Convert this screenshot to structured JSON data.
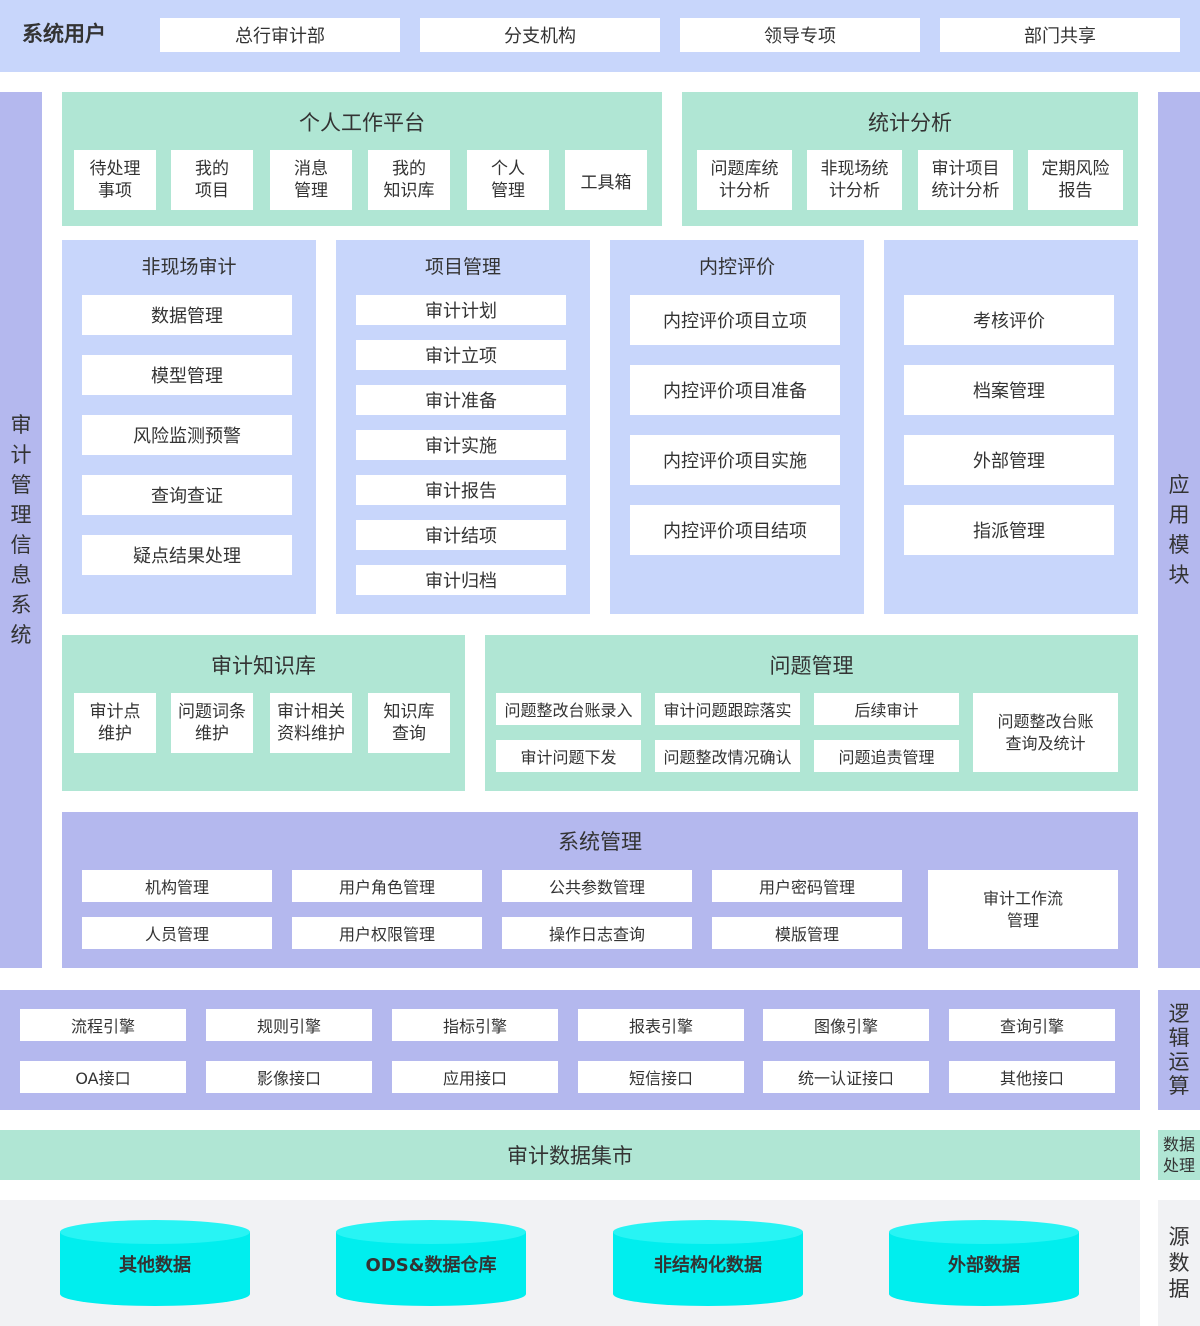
{
  "colors": {
    "blue_light": "#c8d6fb",
    "green_light": "#b0e6d4",
    "purple_light": "#b4b8ee",
    "gray_light": "#f1f2f4",
    "cyan": "#00eeee",
    "white": "#ffffff"
  },
  "top": {
    "title": "系统用户",
    "users": [
      "总行审计部",
      "分支机构",
      "领导专项",
      "部门共享"
    ]
  },
  "left_side_label": [
    "审",
    "计",
    "管",
    "理",
    "信",
    "息",
    "系",
    "统"
  ],
  "right_labels": {
    "app": [
      "应",
      "用",
      "模",
      "块"
    ],
    "logic": [
      "逻",
      "辑",
      "运",
      "算"
    ],
    "data_proc": [
      "数据",
      "处理"
    ],
    "source": [
      "源",
      "数",
      "据"
    ]
  },
  "personal": {
    "title": "个人工作平台",
    "items": [
      [
        "待处理",
        "事项"
      ],
      [
        "我的",
        "项目"
      ],
      [
        "消息",
        "管理"
      ],
      [
        "我的",
        "知识库"
      ],
      [
        "个人",
        "管理"
      ],
      [
        "工具箱"
      ]
    ]
  },
  "stats": {
    "title": "统计分析",
    "items": [
      [
        "问题库统",
        "计分析"
      ],
      [
        "非现场统",
        "计分析"
      ],
      [
        "审计项目",
        "统计分析"
      ],
      [
        "定期风险",
        "报告"
      ]
    ]
  },
  "offsite": {
    "title": "非现场审计",
    "items": [
      "数据管理",
      "模型管理",
      "风险监测预警",
      "查询查证",
      "疑点结果处理"
    ]
  },
  "project": {
    "title": "项目管理",
    "items": [
      "审计计划",
      "审计立项",
      "审计准备",
      "审计实施",
      "审计报告",
      "审计结项",
      "审计归档"
    ]
  },
  "internal": {
    "title": "内控评价",
    "items": [
      "内控评价项目立项",
      "内控评价项目准备",
      "内控评价项目实施",
      "内控评价项目结项"
    ]
  },
  "other": {
    "items": [
      "考核评价",
      "档案管理",
      "外部管理",
      "指派管理"
    ]
  },
  "knowledge": {
    "title": "审计知识库",
    "items": [
      [
        "审计点",
        "维护"
      ],
      [
        "问题词条",
        "维护"
      ],
      [
        "审计相关",
        "资料维护"
      ],
      [
        "知识库",
        "查询"
      ]
    ]
  },
  "issue": {
    "title": "问题管理",
    "row1": [
      "问题整改台账录入",
      "审计问题跟踪落实",
      "后续审计"
    ],
    "row2": [
      "审计问题下发",
      "问题整改情况确认",
      "问题追责管理"
    ],
    "big": [
      "问题整改台账",
      "查询及统计"
    ]
  },
  "sysmgmt": {
    "title": "系统管理",
    "row1": [
      "机构管理",
      "用户角色管理",
      "公共参数管理",
      "用户密码管理"
    ],
    "row2": [
      "人员管理",
      "用户权限管理",
      "操作日志查询",
      "模版管理"
    ],
    "big": [
      "审计工作流",
      "管理"
    ]
  },
  "logic": {
    "row1": [
      "流程引擎",
      "规则引擎",
      "指标引擎",
      "报表引擎",
      "图像引擎",
      "查询引擎"
    ],
    "row2": [
      "OA接口",
      "影像接口",
      "应用接口",
      "短信接口",
      "统一认证接口",
      "其他接口"
    ]
  },
  "datamart": {
    "title": "审计数据集市"
  },
  "sources": [
    "其他数据",
    "ODS&数据仓库",
    "非结构化数据",
    "外部数据"
  ]
}
